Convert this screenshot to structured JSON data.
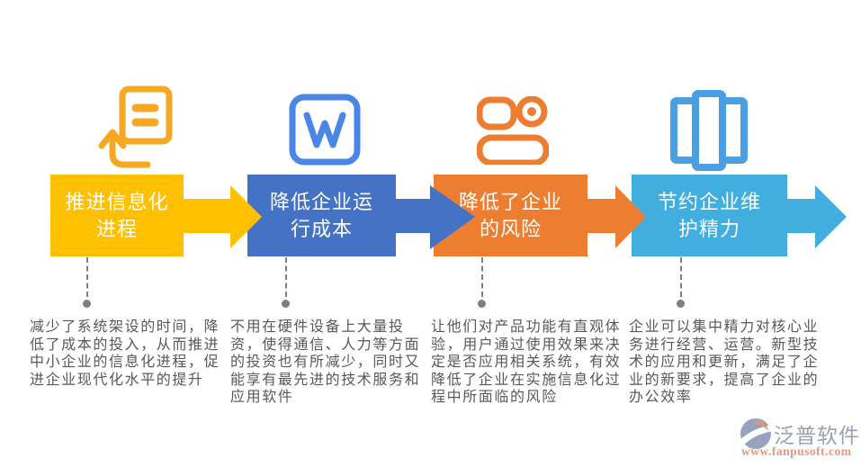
{
  "steps": [
    {
      "label": "推进信息化\n进程",
      "description": "减少了系统架设的时间，降低了成本的投入，从而推进中小企业的信息化进程，促进企业现代化水平的提升",
      "color": "#FFC000",
      "icon": "upload-document-icon",
      "icon_color": "#F7A823"
    },
    {
      "label": "降低企业运\n行成本",
      "description": "不用在硬件设备上大量投资，使得通信、人力等方面的投资也有所减少，同时又能享有最先进的技术服务和应用软件",
      "color": "#4472C4",
      "icon": "word-document-icon",
      "icon_color": "#4A86E8"
    },
    {
      "label": "降低了企业\n的风险",
      "description": "让他们对产品功能有直观体验，用户通过使用效果来决定是否应用相关系统，有效降低了企业在实施信息化过程中所面临的风险",
      "color": "#ED7D31",
      "icon": "camera-icon",
      "icon_color": "#ED7D31"
    },
    {
      "label": "节约企业维\n护精力",
      "description": "企业可以集中精力对核心业务进行经营、运营。新型技术的应用和更新，满足了企业的新要求，提高了企业的办公效率",
      "color": "#41AEDF",
      "icon": "gallery-panels-icon",
      "icon_color": "#4A9FE2"
    }
  ],
  "watermark": {
    "brand": "泛普软件",
    "url": "www.fanpusoft.com",
    "brand_color": "#9aa0b2",
    "url_color": "#e5987c",
    "logo_circle_color": "#98a2bf",
    "logo_sail_color": "#e8936c"
  }
}
